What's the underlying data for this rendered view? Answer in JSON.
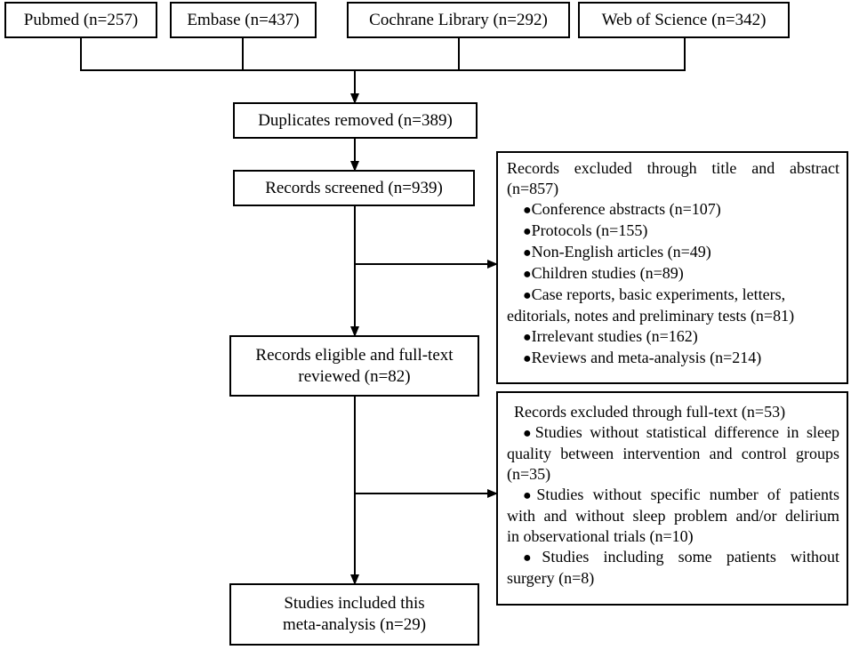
{
  "sources": [
    "Pubmed (n=257)",
    "Embase (n=437)",
    "Cochrane Library (n=292)",
    "Web of Science (n=342)"
  ],
  "duplicates": "Duplicates removed (n=389)",
  "screened": "Records screened (n=939)",
  "eligible": [
    "Records eligible and full-text",
    "reviewed (n=82)"
  ],
  "included": [
    "Studies included this",
    "meta-analysis (n=29)"
  ],
  "excluded_title": {
    "heading_line1": "Records  excluded  through  title  and  abstract",
    "heading_line2": "(n=857)",
    "items": [
      "Conference abstracts (n=107)",
      "Protocols (n=155)",
      "Non-English articles (n=49)",
      "Children studies (n=89)",
      "Case reports, basic experiments, letters,",
      "Irrelevant studies (n=162)",
      "Reviews and meta-analysis (n=214)"
    ],
    "case_reports_cont": "editorials, notes and preliminary tests (n=81)"
  },
  "excluded_fulltext": {
    "heading": "Records excluded through full-text (n=53)",
    "item1_line1": "Studies without statistical difference in sleep",
    "item1_line2": "quality between intervention and control groups",
    "item1_line3": "(n=35)",
    "item2_line1": "Studies without specific number of patients",
    "item2_line2": "with and without sleep problem and/or delirium",
    "item2_line3": "in observational trials (n=10)",
    "item3_line1": "Studies including some patients without",
    "item3_line2": "surgery (n=8)"
  },
  "bullet": "●"
}
